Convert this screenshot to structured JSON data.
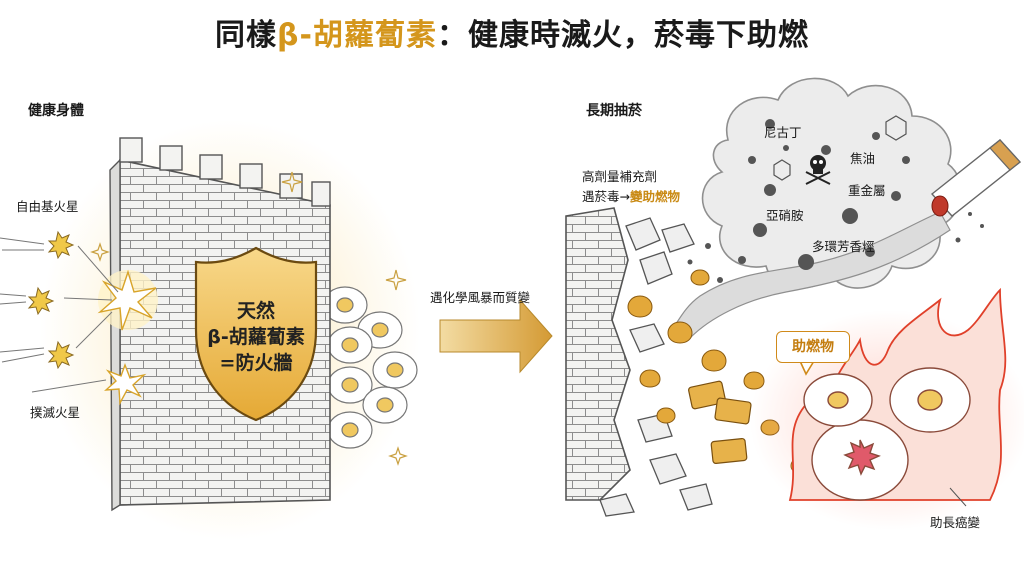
{
  "title": {
    "part1": "同樣",
    "accent": "β-胡蘿蔔素",
    "part2": "：健康時滅火，菸毒下助燃"
  },
  "left": {
    "heading": "健康身體",
    "sparks_label": "自由基火星",
    "extinguish_label": "撲滅火星",
    "shield_line1": "天然",
    "shield_line2": "β-胡蘿蔔素",
    "shield_line3": "=防火牆"
  },
  "middle": {
    "arrow_label": "遇化學風暴而質變"
  },
  "right": {
    "heading": "長期抽菸",
    "dose_line1": "高劑量補充劑",
    "dose_line2_prefix": "遇菸毒→",
    "dose_line2_accent": "變助燃物",
    "smoke_items": [
      "尼古丁",
      "焦油",
      "重金屬",
      "亞硝胺",
      "多環芳香烴"
    ],
    "accelerant_label": "助燃物",
    "cancer_label": "助長癌變"
  },
  "colors": {
    "gold": "#d4961c",
    "fire": "#e0402a",
    "smoke": "#9a9a9a",
    "wall": "#f2f2f0"
  }
}
